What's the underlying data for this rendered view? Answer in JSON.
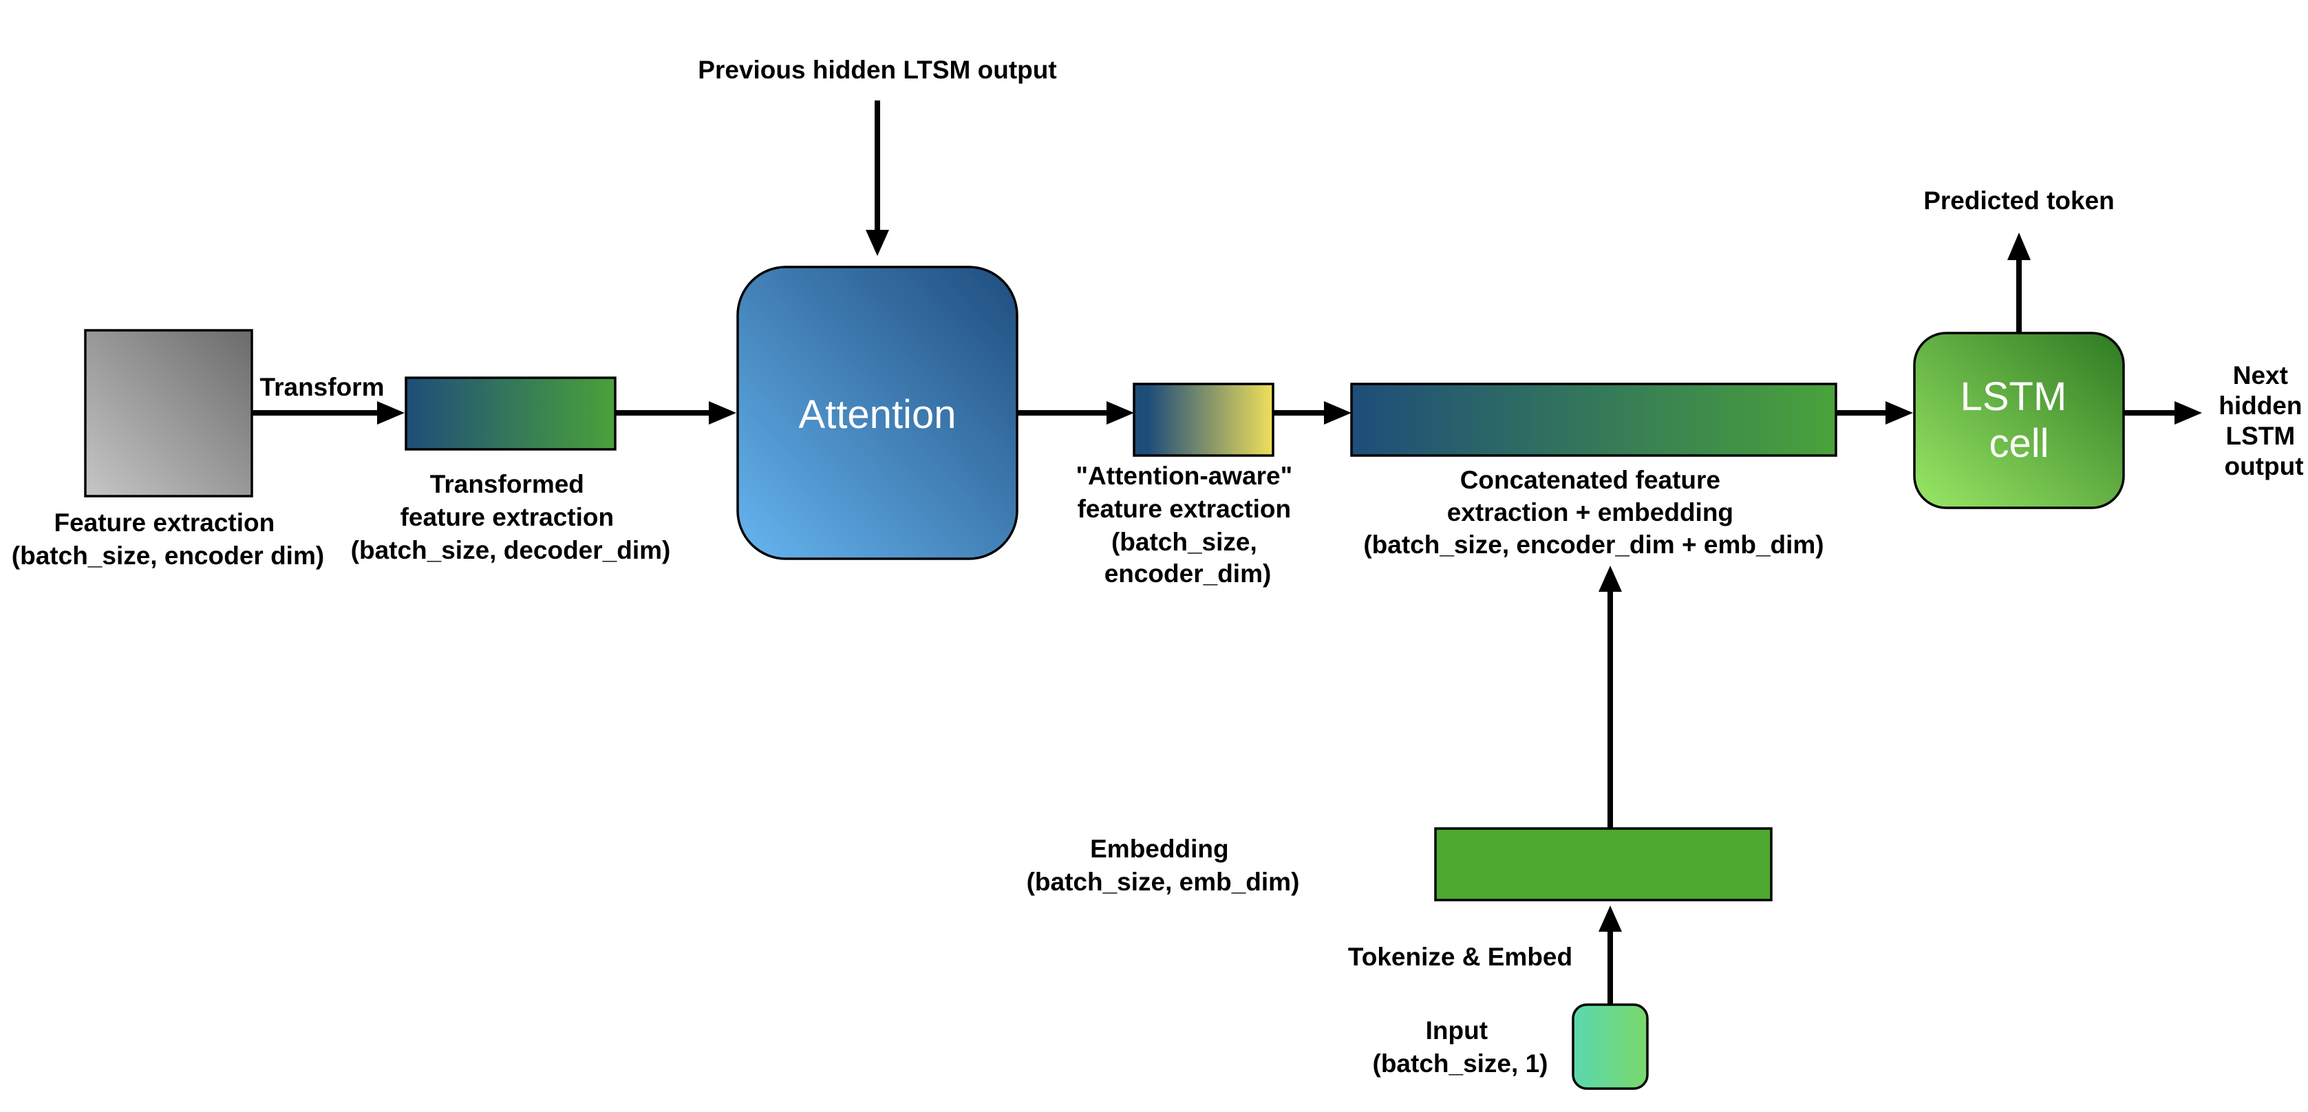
{
  "labels": {
    "previous_hidden": "Previous hidden LTSM output",
    "transform": "Transform",
    "feature_extraction": [
      "Feature extraction",
      "(batch_size, encoder dim)"
    ],
    "transformed": [
      "Transformed",
      "feature extraction",
      "(batch_size, decoder_dim)"
    ],
    "attention": "Attention",
    "attention_aware": [
      "\"Attention-aware\"",
      "feature extraction",
      "(batch_size,",
      "encoder_dim)"
    ],
    "concatenated": [
      "Concatenated feature",
      "extraction + embedding",
      "(batch_size, encoder_dim + emb_dim)"
    ],
    "predicted_token": "Predicted token",
    "lstm_cell": [
      "LSTM",
      "cell"
    ],
    "next_hidden": [
      "Next",
      "hidden",
      "LSTM",
      "output"
    ],
    "embedding": [
      "Embedding",
      "(batch_size, emb_dim)"
    ],
    "tokenize_embed": "Tokenize & Embed",
    "input": [
      "Input",
      "(batch_size, 1)"
    ]
  },
  "colors": {
    "feature_box": [
      "#c6c6c6",
      "#6b6b6b"
    ],
    "transformed_box": [
      "#1e4d7a",
      "#4aa23a"
    ],
    "attention_box": [
      "#66b5f0",
      "#1f4d7e"
    ],
    "attention_aware_box": [
      "#1e4d7a",
      "#f0e05a"
    ],
    "concat_box": [
      "#1e4d7a",
      "#4aa33a"
    ],
    "lstm_box": [
      "#9ae866",
      "#2e7a22"
    ],
    "embedding_box": "#4da92f",
    "input_box": [
      "#5ad8b0",
      "#7ad86a"
    ],
    "arrow": "#000000"
  }
}
